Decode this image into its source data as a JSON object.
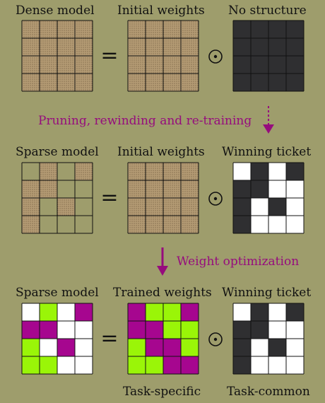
{
  "colors": {
    "background": "#9e9d6c",
    "dotted_cell": "#b49b74",
    "dot": "#6e5a3a",
    "dark_cell": "#2f2f31",
    "white_cell": "#ffffff",
    "green_cell": "#9af508",
    "magenta_cell": "#a6068f",
    "arrow": "#960c7d",
    "grid_line": "#111111"
  },
  "operators": {
    "equals": "=",
    "hadamard": "⊙"
  },
  "rows": [
    {
      "labels": [
        "Dense model",
        "Initial weights",
        "No structure"
      ],
      "grids": [
        [
          "D",
          "D",
          "D",
          "D",
          "D",
          "D",
          "D",
          "D",
          "D",
          "D",
          "D",
          "D",
          "D",
          "D",
          "D",
          "D"
        ],
        [
          "D",
          "D",
          "D",
          "D",
          "D",
          "D",
          "D",
          "D",
          "D",
          "D",
          "D",
          "D",
          "D",
          "D",
          "D",
          "D"
        ],
        [
          "K",
          "K",
          "K",
          "K",
          "K",
          "K",
          "K",
          "K",
          "K",
          "K",
          "K",
          "K",
          "K",
          "K",
          "K",
          "K"
        ]
      ]
    },
    {
      "labels": [
        "Sparse model",
        "Initial weights",
        "Winning ticket"
      ],
      "grids": [
        [
          "E",
          "D",
          "E",
          "D",
          "D",
          "D",
          "E",
          "E",
          "D",
          "E",
          "D",
          "E",
          "D",
          "E",
          "E",
          "E"
        ],
        [
          "D",
          "D",
          "D",
          "D",
          "D",
          "D",
          "D",
          "D",
          "D",
          "D",
          "D",
          "D",
          "D",
          "D",
          "D",
          "D"
        ],
        [
          "W",
          "K",
          "W",
          "K",
          "K",
          "K",
          "W",
          "W",
          "K",
          "W",
          "K",
          "W",
          "K",
          "W",
          "W",
          "W"
        ]
      ]
    },
    {
      "labels": [
        "Sparse model",
        "Trained weights",
        "Winning ticket"
      ],
      "grids": [
        [
          "W",
          "G",
          "W",
          "M",
          "M",
          "M",
          "W",
          "W",
          "G",
          "W",
          "M",
          "W",
          "G",
          "G",
          "W",
          "W"
        ],
        [
          "M",
          "G",
          "G",
          "M",
          "M",
          "M",
          "G",
          "G",
          "G",
          "M",
          "M",
          "G",
          "G",
          "G",
          "M",
          "M"
        ],
        [
          "W",
          "K",
          "W",
          "K",
          "K",
          "K",
          "W",
          "W",
          "K",
          "W",
          "K",
          "W",
          "K",
          "W",
          "W",
          "W"
        ]
      ]
    }
  ],
  "arrows": {
    "first": "Pruning, rewinding and re-training",
    "second": "Weight optimization"
  },
  "bottom_labels": {
    "task_specific": "Task-specific",
    "task_common": "Task-common"
  }
}
